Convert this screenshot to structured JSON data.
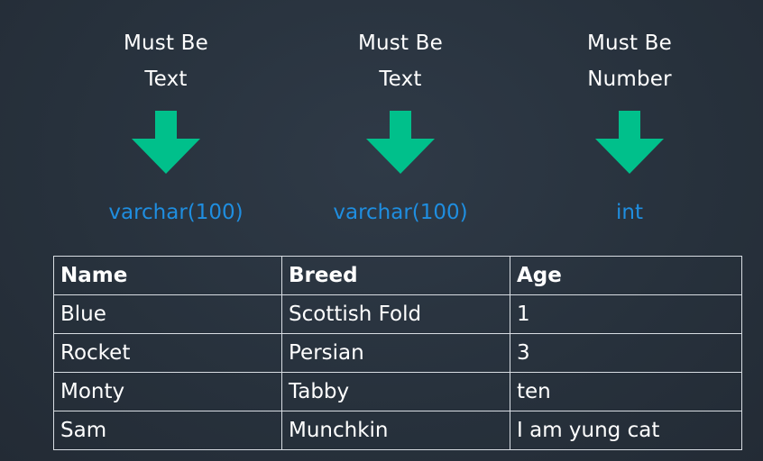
{
  "columns": [
    {
      "line1": "Must Be",
      "line2": "Text",
      "type": "varchar(100)"
    },
    {
      "line1": "Must Be",
      "line2": "Text",
      "type": "varchar(100)"
    },
    {
      "line1": "Must Be",
      "line2": "Number",
      "type": "int"
    }
  ],
  "colors": {
    "background": "#27313c",
    "arrow": "#00c08b",
    "type_text": "#1f8ee0",
    "text": "#ffffff",
    "table_border": "#d8dde3"
  },
  "icons": {
    "arrow": "down-arrow-icon"
  },
  "table": {
    "headers": [
      "Name",
      "Breed",
      "Age"
    ],
    "rows": [
      [
        "Blue",
        "Scottish Fold",
        "1"
      ],
      [
        "Rocket",
        "Persian",
        "3"
      ],
      [
        "Monty",
        "Tabby",
        "ten"
      ],
      [
        "Sam",
        "Munchkin",
        "I am yung cat"
      ]
    ]
  }
}
